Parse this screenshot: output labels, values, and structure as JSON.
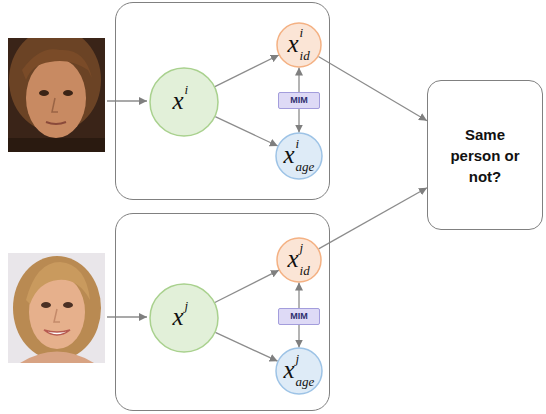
{
  "diagram": {
    "nodes": [
      {
        "text": []
      },
      {
        "text": [
          "x",
          "i"
        ],
        "in": 0
      },
      {
        "text": [
          "x",
          "i",
          "id"
        ],
        "in": 0
      },
      {
        "text": [
          "MIM"
        ],
        "in": 0
      },
      {
        "text": [
          "x",
          "i",
          "age"
        ],
        "in": 0
      },
      {
        "text": []
      },
      {
        "text": [
          "x",
          "j"
        ],
        "in": 5
      },
      {
        "text": [
          "x",
          "j",
          "id"
        ],
        "in": 5
      },
      {
        "text": [
          "MIM"
        ],
        "in": 5
      },
      {
        "text": [
          "x",
          "j",
          "age"
        ],
        "in": 5
      },
      {
        "text": [
          "Same person or not?"
        ]
      }
    ],
    "edges": [
      {
        "from": 1,
        "to": 2,
        "arrow": "to"
      },
      {
        "from": 1,
        "to": 4,
        "arrow": "to"
      },
      {
        "from": 3,
        "to": 2,
        "arrow": "to"
      },
      {
        "from": 3,
        "to": 4,
        "arrow": "to"
      },
      {
        "from": 6,
        "to": 7,
        "arrow": "to"
      },
      {
        "from": 6,
        "to": 9,
        "arrow": "to"
      },
      {
        "from": 8,
        "to": 7,
        "arrow": "to"
      },
      {
        "from": 8,
        "to": 9,
        "arrow": "to"
      },
      {
        "from": 2,
        "to": 10,
        "arrow": "to"
      },
      {
        "from": 7,
        "to": 10,
        "arrow": "to"
      }
    ]
  }
}
